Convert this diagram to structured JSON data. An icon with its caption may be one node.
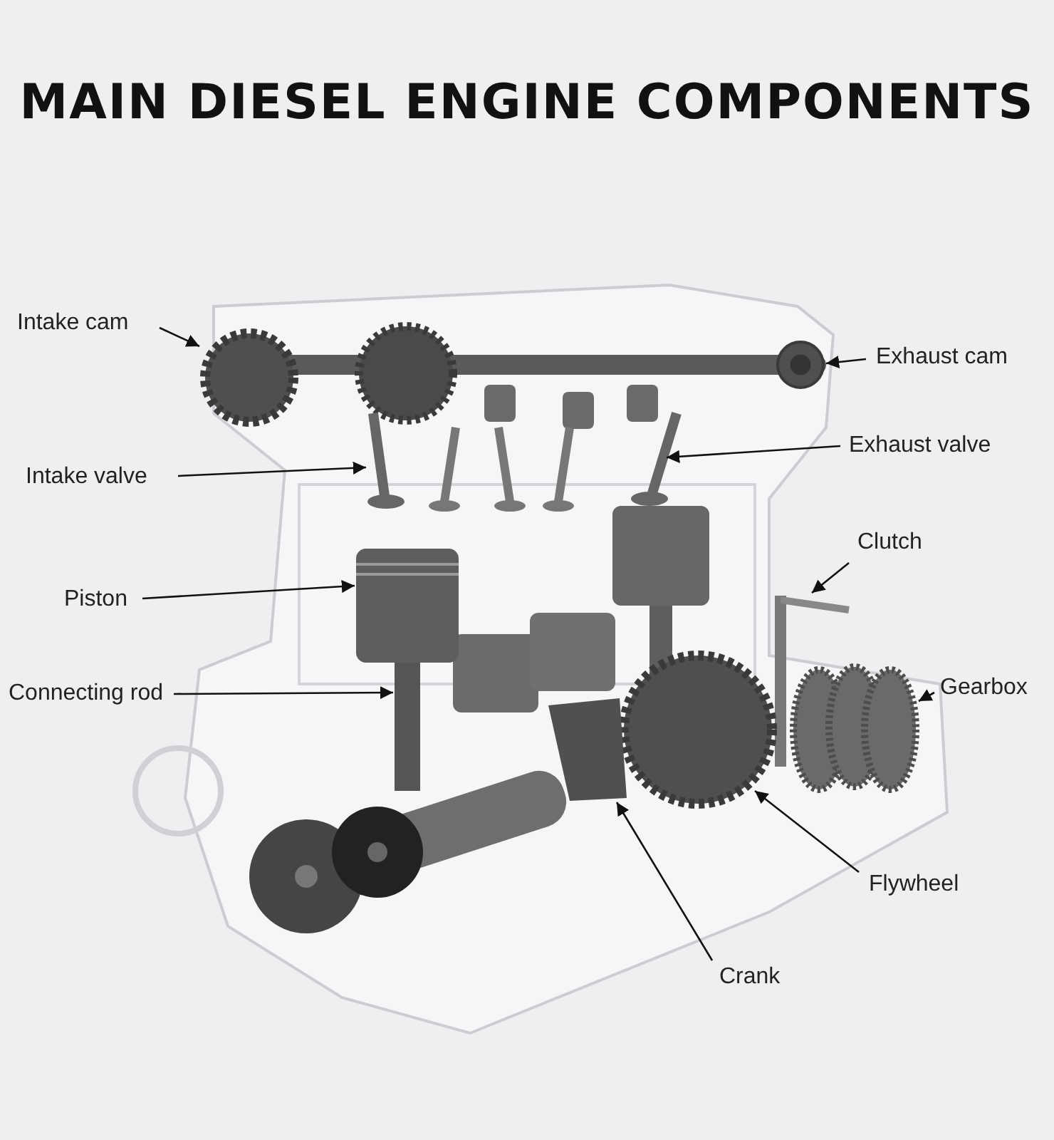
{
  "diagram": {
    "title": "MAIN DIESEL ENGINE COMPONENTS",
    "nodes": [
      {
        "text": [
          "Intake cam"
        ]
      },
      {
        "text": [
          "Intake valve"
        ]
      },
      {
        "text": [
          "Exhaust cam"
        ]
      },
      {
        "text": [
          "Exhaust valve"
        ]
      },
      {
        "text": [
          "Piston"
        ]
      },
      {
        "text": [
          "Connecting rod"
        ]
      },
      {
        "text": [
          "Clutch"
        ]
      },
      {
        "text": [
          "Gearbox"
        ]
      },
      {
        "text": [
          "Flywheel"
        ]
      },
      {
        "text": [
          "Crank"
        ]
      },
      {
        "text": [],
        "shape": "circle"
      },
      {
        "text": [],
        "shape": "picture"
      },
      {
        "text": [],
        "shape": "circle"
      },
      {
        "text": [],
        "shape": "picture"
      },
      {
        "text": [],
        "shape": "picture"
      },
      {
        "text": [],
        "shape": "box"
      },
      {
        "text": [],
        "shape": "picture"
      },
      {
        "text": [],
        "shape": "picture"
      },
      {
        "text": [],
        "shape": "circle"
      },
      {
        "text": [],
        "shape": "picture"
      }
    ],
    "edges": [
      {
        "from": 0,
        "to": 10,
        "arrow": "to"
      },
      {
        "from": 1,
        "to": 11,
        "arrow": "to"
      },
      {
        "from": 2,
        "to": 12,
        "arrow": "to"
      },
      {
        "from": 3,
        "to": 13,
        "arrow": "to"
      },
      {
        "from": 4,
        "to": 14,
        "arrow": "to"
      },
      {
        "from": 5,
        "to": 15,
        "arrow": "to"
      },
      {
        "from": 6,
        "to": 16,
        "arrow": "to"
      },
      {
        "from": 7,
        "to": 17,
        "arrow": "to"
      },
      {
        "from": 8,
        "to": 18,
        "arrow": "to"
      },
      {
        "from": 9,
        "to": 19,
        "arrow": "to"
      }
    ]
  }
}
